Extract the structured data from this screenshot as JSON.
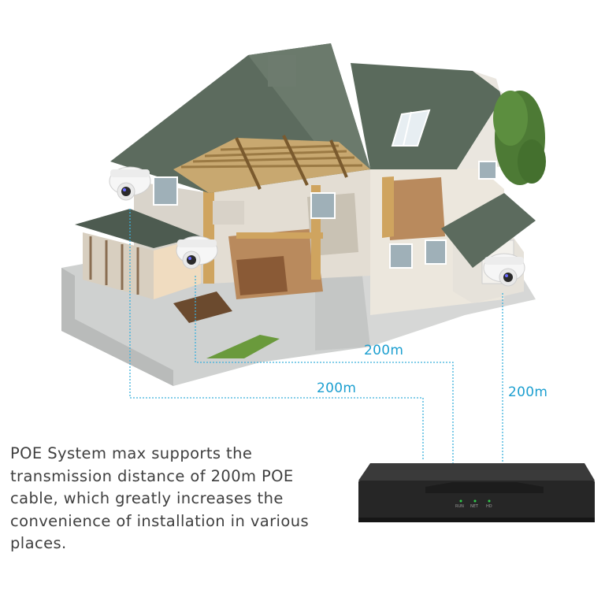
{
  "labels": {
    "distance_top": "200m",
    "distance_middle": "200m",
    "distance_right": "200m"
  },
  "description": "POE System max supports the transmission distance of 200m POE cable, which greatly increases the convenience of installation in various places.",
  "nvr": {
    "led_labels": [
      "RUN",
      "NET",
      "HD"
    ]
  },
  "colors": {
    "cable_line": "#3bb0dc",
    "label_text": "#1c9fd0",
    "roof": "#5c6b5e",
    "nvr_body": "#262626"
  }
}
